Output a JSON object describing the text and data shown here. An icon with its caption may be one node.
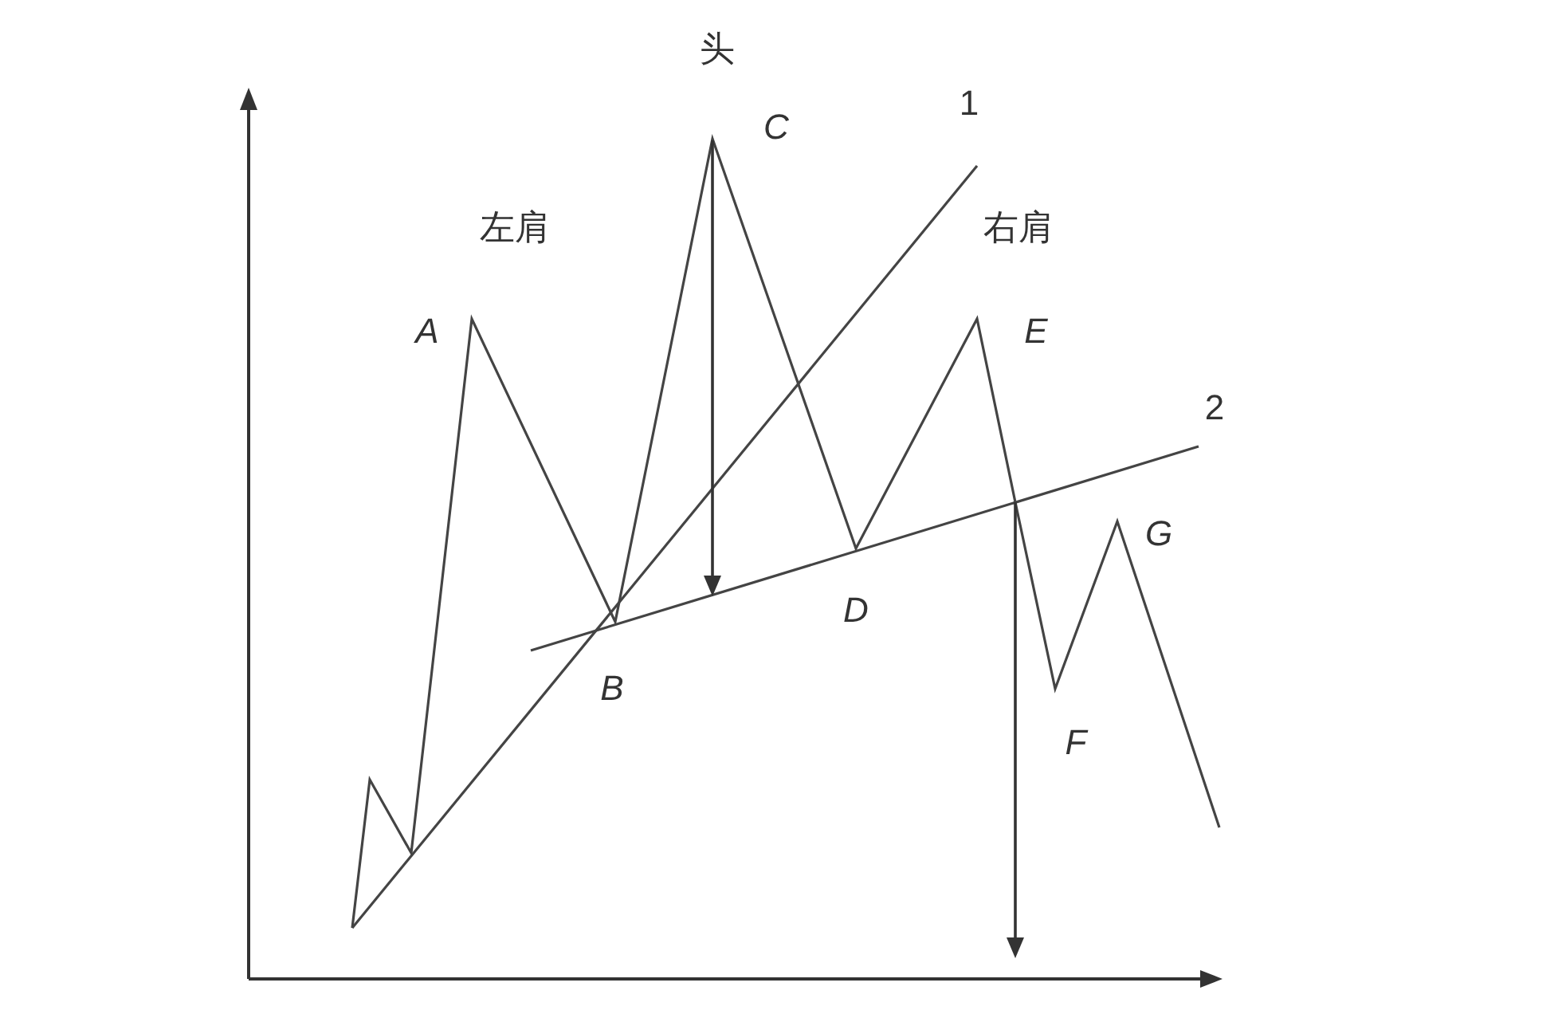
{
  "diagram": {
    "labels": [
      "头",
      "1",
      "C",
      "左肩",
      "右肩",
      "A",
      "E",
      "2",
      "G",
      "D",
      "B",
      "F"
    ]
  }
}
